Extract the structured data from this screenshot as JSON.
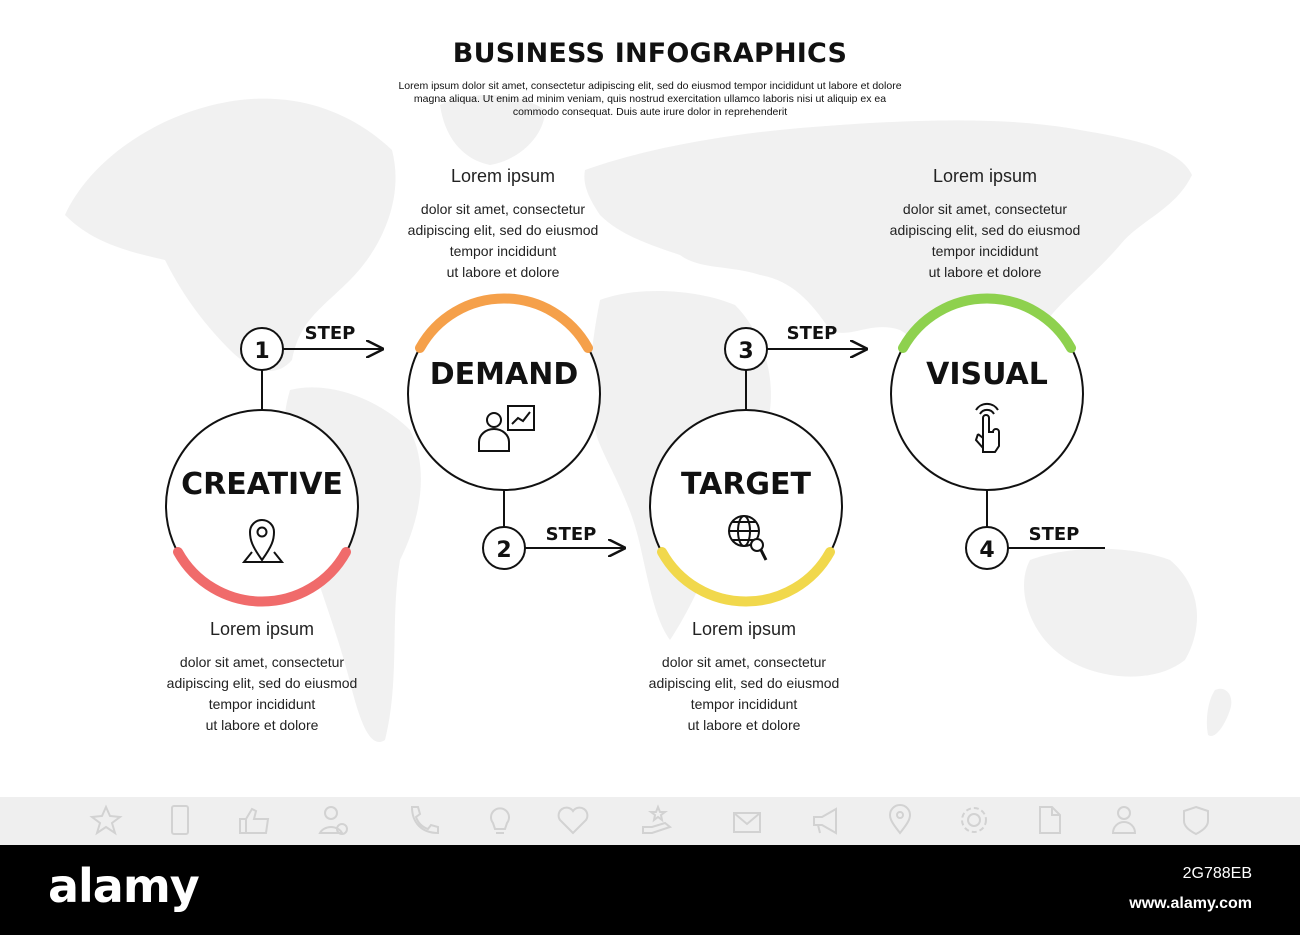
{
  "header": {
    "title": "BUSINESS INFOGRAPHICS",
    "subtitle": "Lorem ipsum dolor sit amet, consectetur adipiscing elit, sed do eiusmod tempor incididunt ut labore et dolore magna aliqua. Ut enim ad minim veniam, quis nostrud exercitation ullamco laboris nisi ut aliquip ex ea commodo consequat. Duis aute irure dolor in reprehenderit"
  },
  "steps": [
    {
      "number": "1",
      "step_label": "STEP",
      "name": "CREATIVE",
      "icon": "map-pin-icon",
      "accent": "#f06b6b",
      "text_heading": "Lorem ipsum",
      "text_lines": [
        "dolor sit amet, consectetur",
        "adipiscing elit, sed do eiusmod",
        "tempor incididunt",
        "ut labore et dolore"
      ]
    },
    {
      "number": "2",
      "step_label": "STEP",
      "name": "DEMAND",
      "icon": "presentation-icon",
      "accent": "#f5a04a",
      "text_heading": "Lorem ipsum",
      "text_lines": [
        "dolor sit amet, consectetur",
        "adipiscing elit, sed do eiusmod",
        "tempor incididunt",
        "ut labore et dolore"
      ]
    },
    {
      "number": "3",
      "step_label": "STEP",
      "name": "TARGET",
      "icon": "globe-search-icon",
      "accent": "#f1d84c",
      "text_heading": "Lorem ipsum",
      "text_lines": [
        "dolor sit amet, consectetur",
        "adipiscing elit, sed do eiusmod",
        "tempor incididunt",
        "ut labore et dolore"
      ]
    },
    {
      "number": "4",
      "step_label": "STEP",
      "name": "VISUAL",
      "icon": "touch-hand-icon",
      "accent": "#8ed14e",
      "text_heading": "Lorem ipsum",
      "text_lines": [
        "dolor sit amet, consectetur",
        "adipiscing elit, sed do eiusmod",
        "tempor incididunt",
        "ut labore et dolore"
      ]
    }
  ],
  "bottom_icons": [
    "star-icon",
    "phone-icon",
    "thumbs-up-icon",
    "user-check-icon",
    "handset-icon",
    "lightbulb-icon",
    "heart-icon",
    "hand-star-icon",
    "envelope-icon",
    "megaphone-icon",
    "location-icon",
    "gear-icon",
    "document-icon",
    "person-icon",
    "shield-icon"
  ],
  "footer": {
    "logo": "alamy",
    "image_code": "2G788EB",
    "site": "www.alamy.com"
  },
  "colors": {
    "map": "#f1f1f1",
    "stroke": "#111111",
    "footer": "#000000",
    "bar": "#efefef"
  }
}
